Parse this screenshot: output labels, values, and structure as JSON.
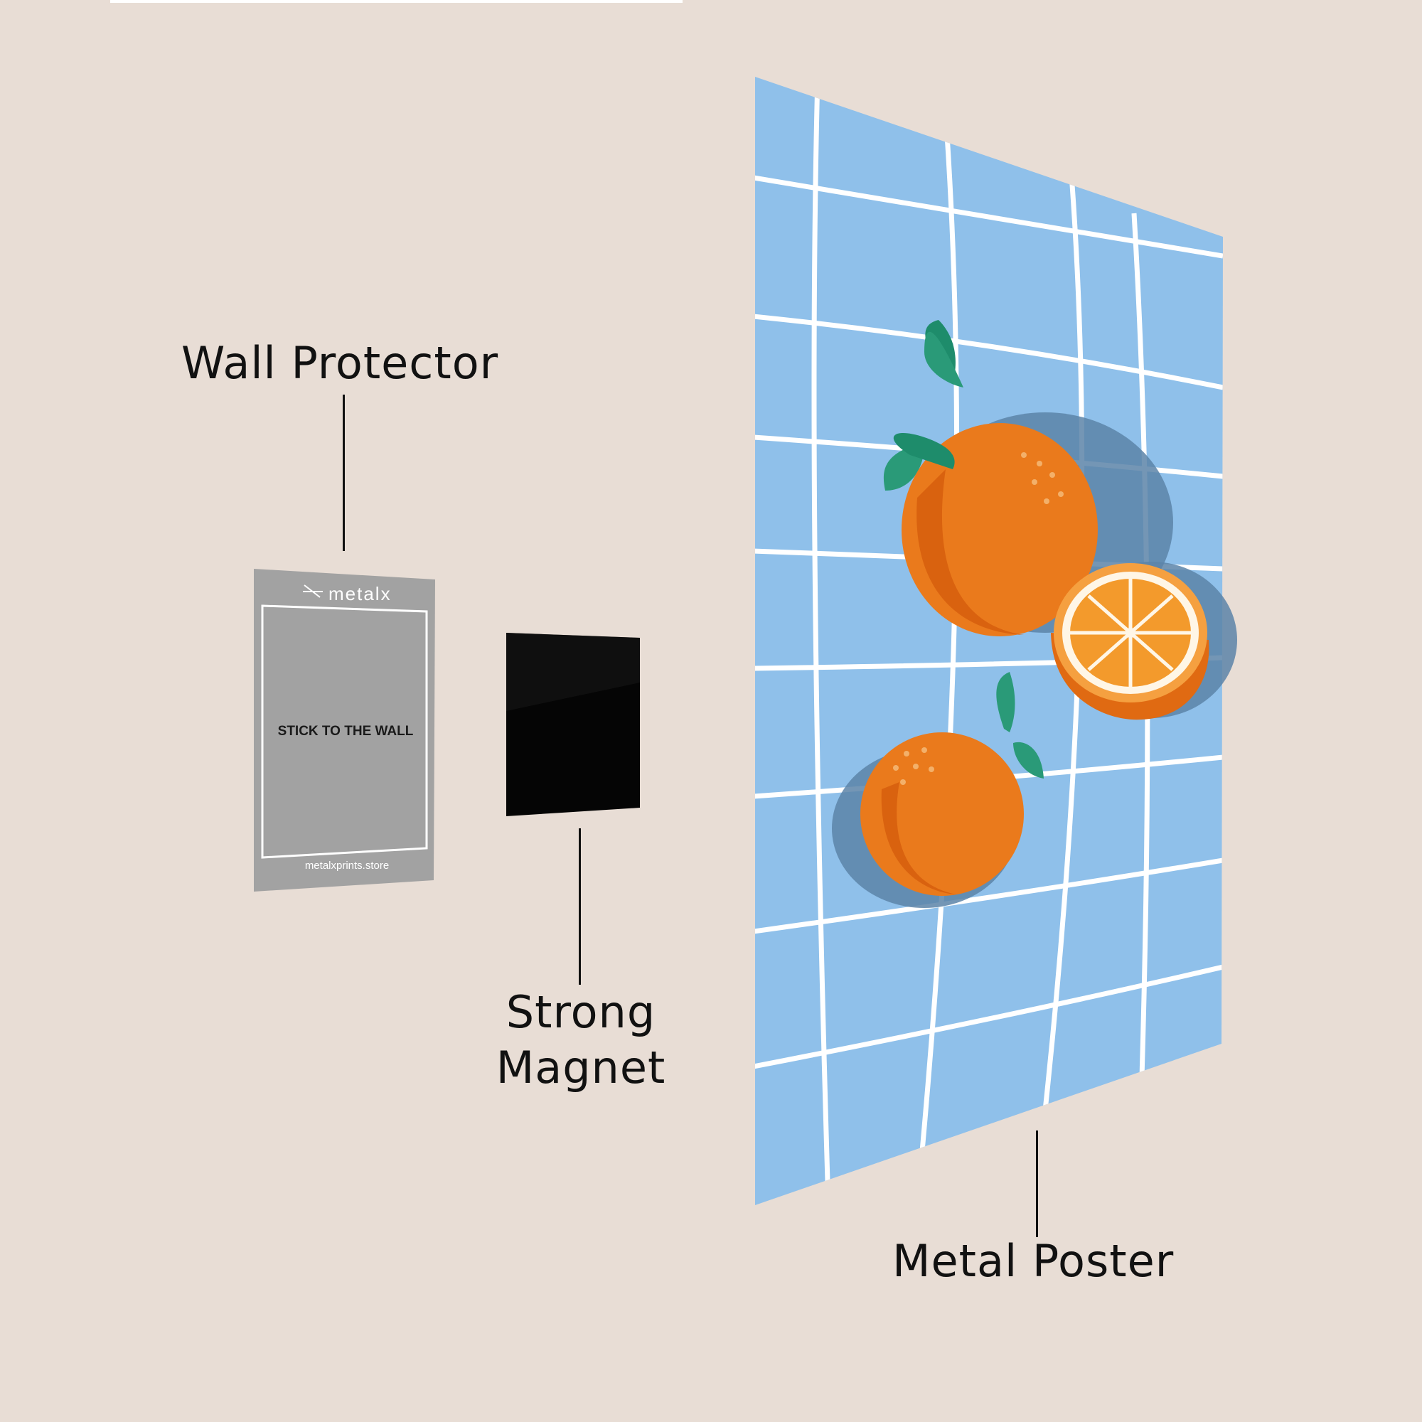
{
  "labels": {
    "wall_protector": "Wall Protector",
    "strong_magnet": "Strong Magnet",
    "metal_poster": "Metal Poster"
  },
  "protector": {
    "brand": "metalx",
    "instruction": "STICK TO THE WALL",
    "url": "metalxprints.store"
  },
  "colors": {
    "background": "#e8ddd5",
    "protector": "#a2a2a2",
    "magnet": "#050505",
    "poster_tile": "#8fc0ea",
    "grout": "#ffffff",
    "orange": "#ea7a1c",
    "leaf": "#2a9a78",
    "text": "#111111"
  }
}
